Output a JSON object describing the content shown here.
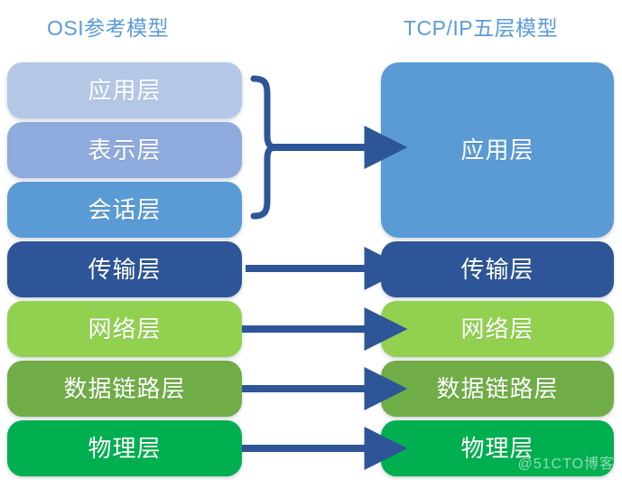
{
  "diagram": {
    "title_color": "#5b9bd5",
    "arrow_color": "#2e5597",
    "background": "#ffffff"
  },
  "columns": {
    "left": {
      "title": "OSI参考模型",
      "layers": [
        {
          "label": "应用层",
          "color": "#b4c7e7"
        },
        {
          "label": "表示层",
          "color": "#8faadc"
        },
        {
          "label": "会话层",
          "color": "#5b9bd5"
        },
        {
          "label": "传输层",
          "color": "#2e5597"
        },
        {
          "label": "网络层",
          "color": "#92d050"
        },
        {
          "label": "数据链路层",
          "color": "#70ad47"
        },
        {
          "label": "物理层",
          "color": "#00b050"
        }
      ]
    },
    "right": {
      "title": "TCP/IP五层模型",
      "layers": [
        {
          "label": "应用层",
          "color": "#5b9bd5"
        },
        {
          "label": "传输层",
          "color": "#2e5597"
        },
        {
          "label": "网络层",
          "color": "#92d050"
        },
        {
          "label": "数据链路层",
          "color": "#70ad47"
        },
        {
          "label": "物理层",
          "color": "#00b050"
        }
      ]
    }
  },
  "connectors": {
    "bracket_label": "merge-bracket-application",
    "arrows": [
      {
        "from": "应用层/表示层/会话层",
        "to": "应用层"
      },
      {
        "from": "传输层",
        "to": "传输层"
      },
      {
        "from": "网络层",
        "to": "网络层"
      },
      {
        "from": "数据链路层",
        "to": "数据链路层"
      },
      {
        "from": "物理层",
        "to": "物理层"
      }
    ]
  },
  "watermark": {
    "text": "@51CTO博客"
  }
}
